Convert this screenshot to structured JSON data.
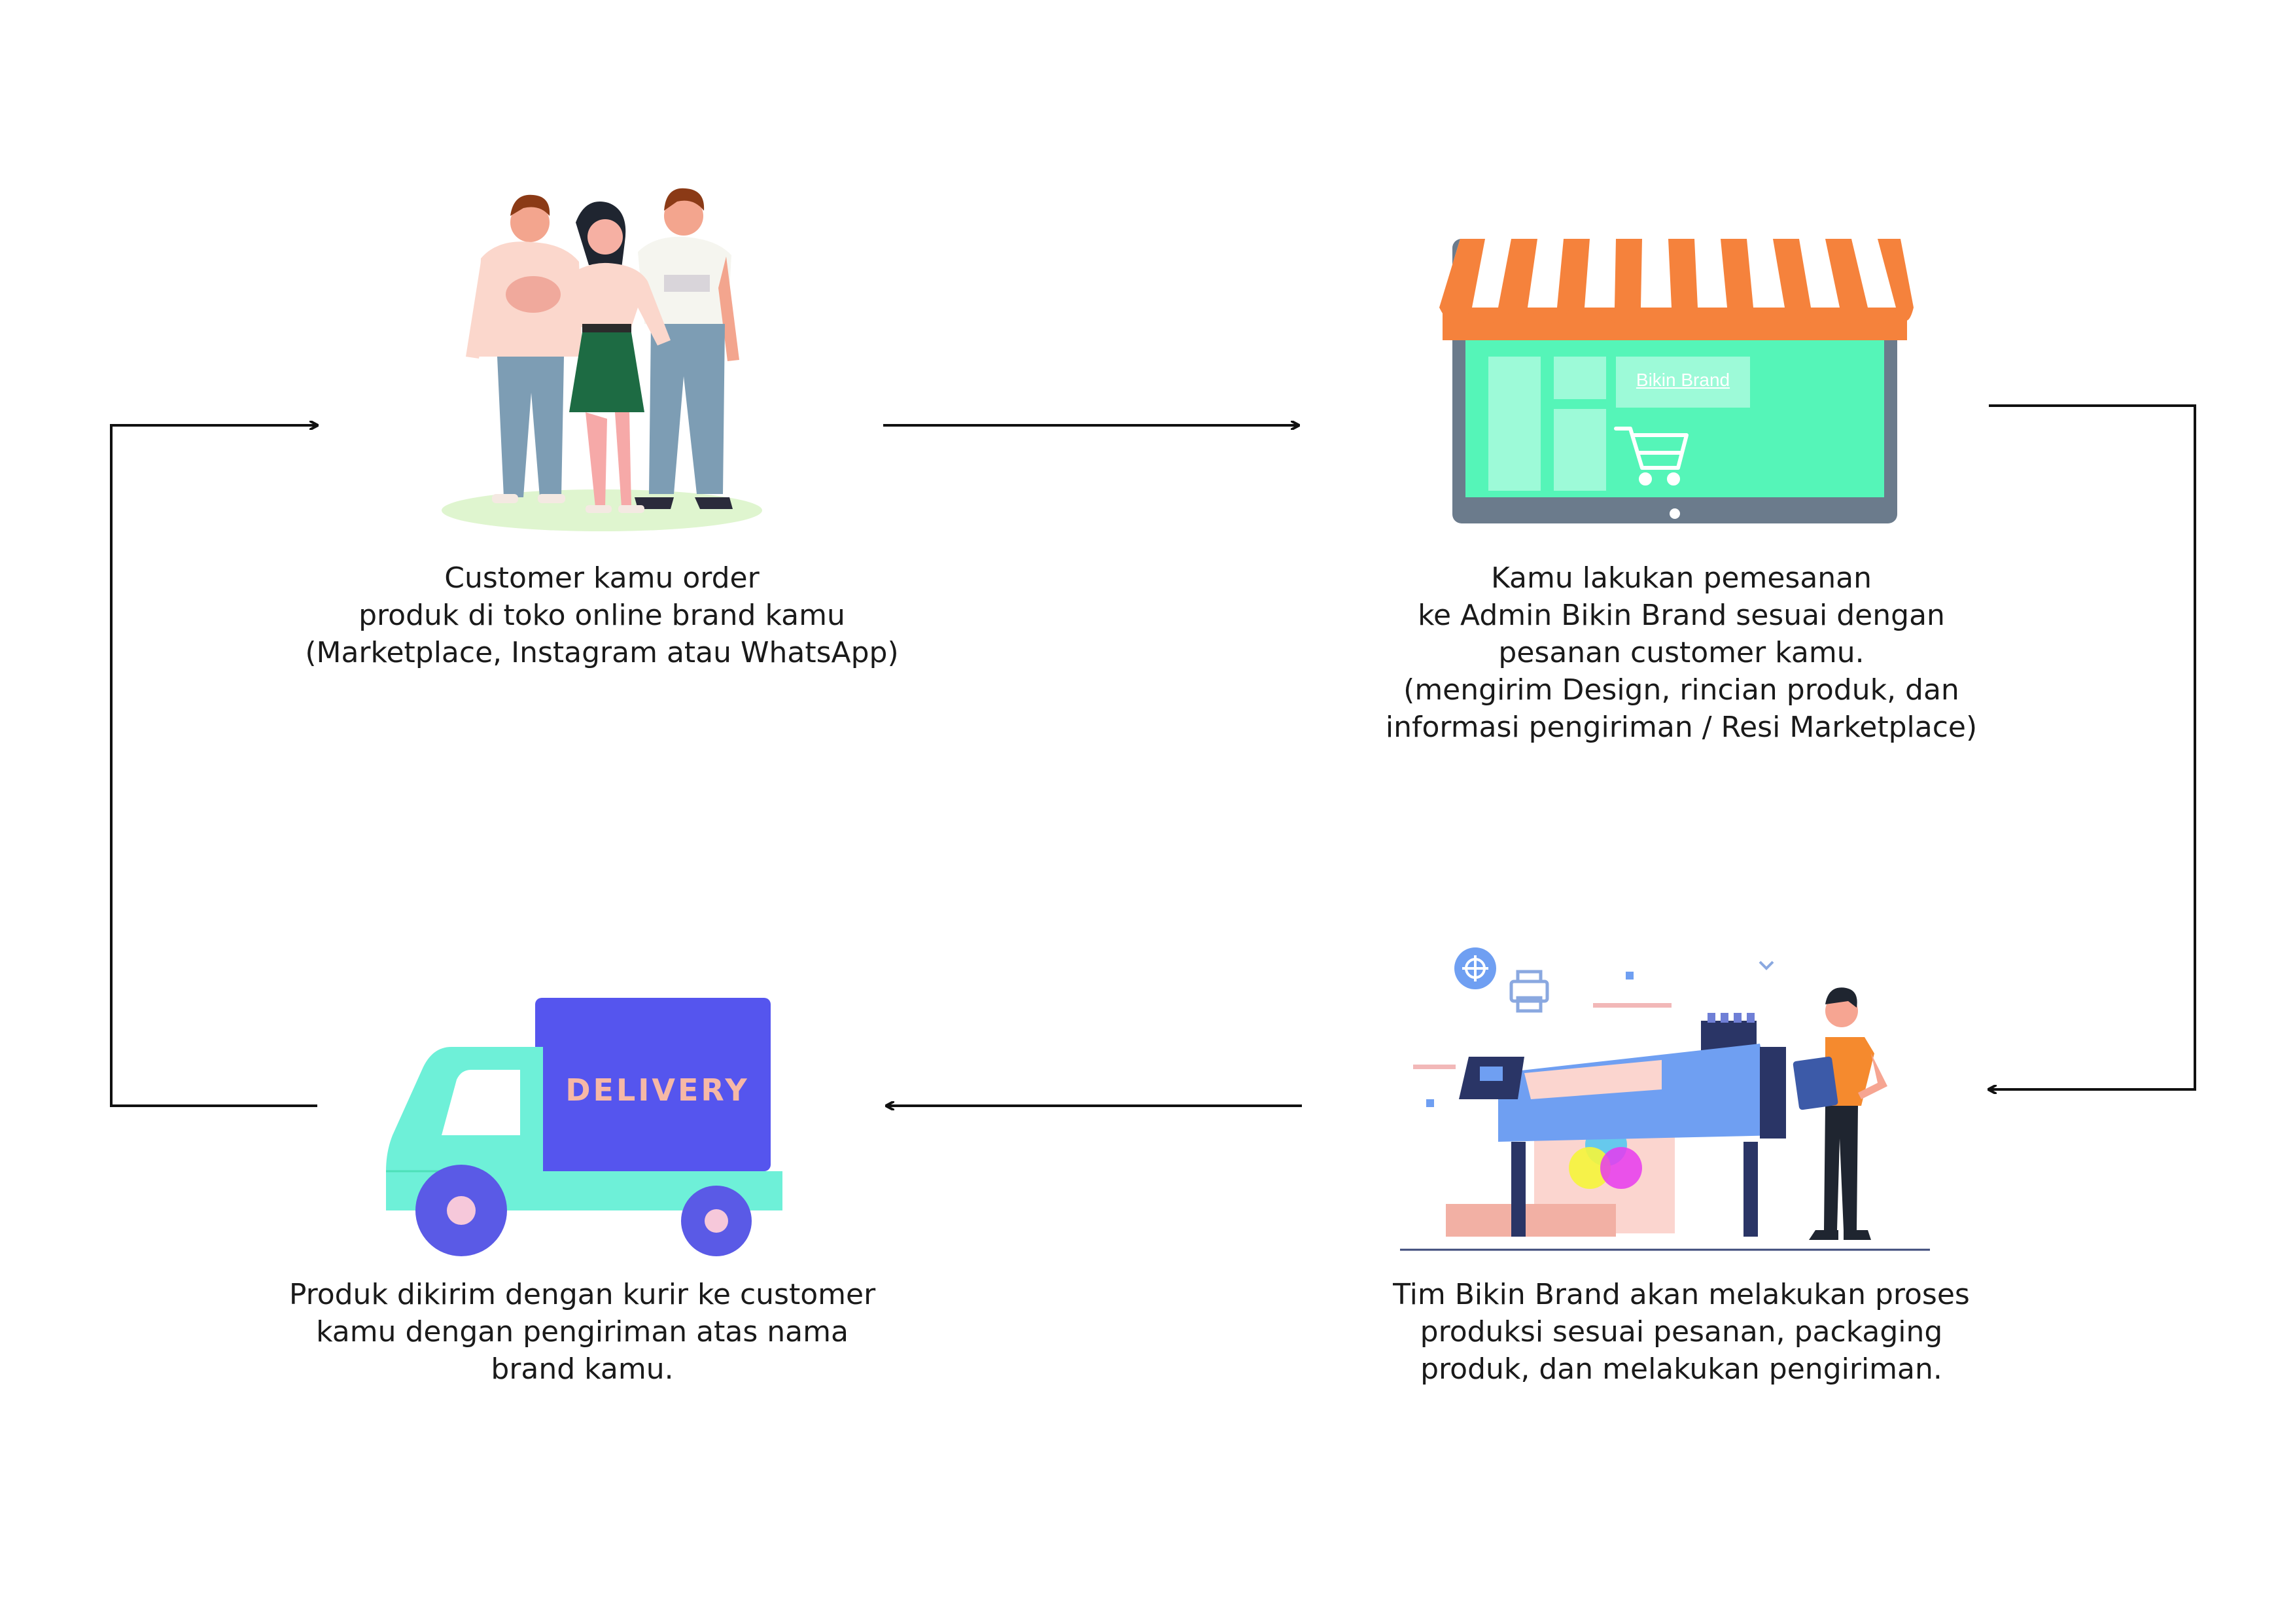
{
  "steps": {
    "customer": {
      "caption": "Customer kamu order\nproduk di toko online brand kamu\n(Marketplace, Instagram atau WhatsApp)"
    },
    "admin": {
      "store_sign": "Bikin Brand",
      "caption": "Kamu lakukan pemesanan\nke Admin Bikin Brand sesuai dengan\npesanan customer kamu.\n(mengirim Design, rincian produk, dan\ninformasi pengiriman / Resi Marketplace)"
    },
    "production": {
      "caption": "Tim Bikin Brand akan melakukan proses\nproduksi sesuai pesanan, packaging\nproduk, dan melakukan pengiriman."
    },
    "delivery": {
      "truck_label": "DELIVERY",
      "caption": "Produk dikirim dengan kurir ke customer\nkamu dengan pengiriman atas nama\nbrand kamu."
    }
  },
  "colors": {
    "arrow": "#111111",
    "awning_orange": "#f5823c",
    "screen_mint": "#55f5b8",
    "frame_gray": "#6b7b8c",
    "truck_purple": "#5555ee",
    "truck_mint": "#6ef0d8",
    "delivery_text": "#f6b8a6"
  }
}
